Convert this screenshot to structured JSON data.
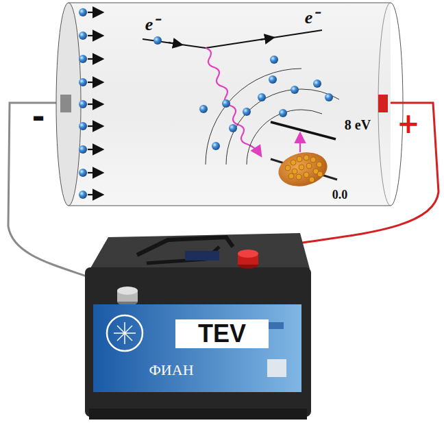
{
  "diagram": {
    "labels": [
      "e⁻",
      "e⁻",
      "8 eV",
      "0.0",
      "-",
      "+",
      "TEV",
      "ФИАН"
    ]
  }
}
